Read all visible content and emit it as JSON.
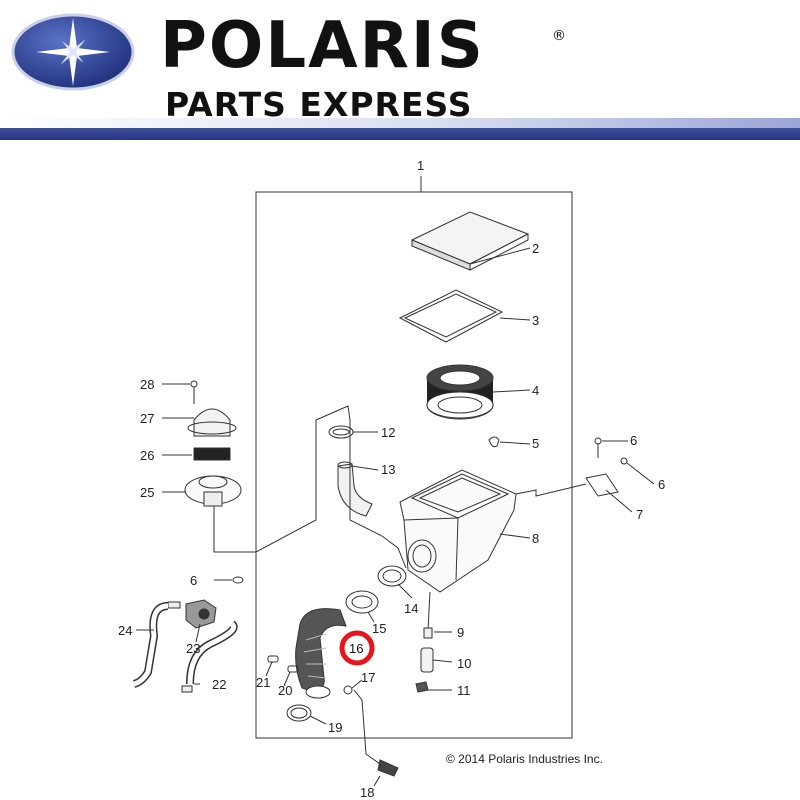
{
  "header": {
    "brand": "POLARIS",
    "registered_mark": "®",
    "tagline": "PARTS EXPRESS",
    "band_color": "#2b3a86",
    "emblem_color": "#2a3d8f"
  },
  "diagram": {
    "highlighted_part": "16",
    "highlight_color": "#e8141c",
    "callouts": [
      "1",
      "2",
      "3",
      "4",
      "5",
      "6",
      "6",
      "6",
      "7",
      "8",
      "9",
      "10",
      "11",
      "12",
      "13",
      "14",
      "15",
      "16",
      "17",
      "18",
      "19",
      "20",
      "21",
      "22",
      "23",
      "24",
      "25",
      "26",
      "27",
      "28"
    ]
  },
  "copyright": "© 2014 Polaris Industries Inc."
}
